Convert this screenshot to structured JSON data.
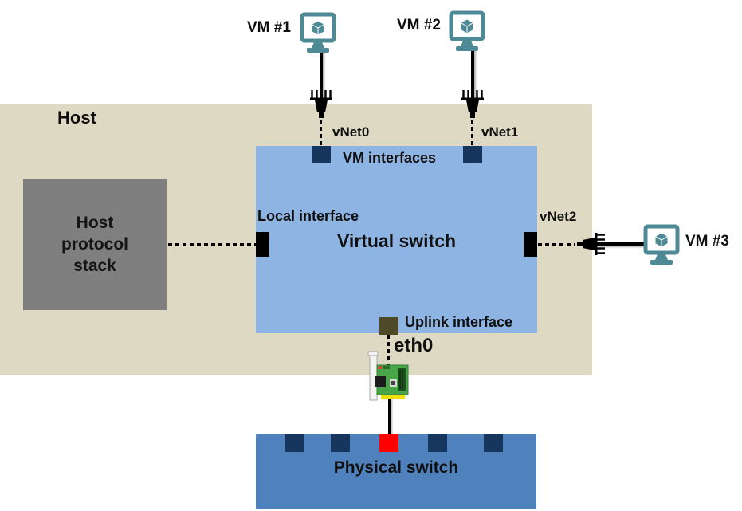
{
  "host": {
    "label": "Host",
    "bg": "#ddd9c3"
  },
  "protocol_stack": {
    "label": "Host protocol stack",
    "bg": "#7f7f7f"
  },
  "virtual_switch": {
    "label": "Virtual switch",
    "bg": "#8eb4e3",
    "vm_interfaces_label": "VM interfaces",
    "local_interface_label": "Local interface",
    "uplink_interface_label": "Uplink interface"
  },
  "ports": {
    "vnet0": "vNet0",
    "vnet1": "vNet1",
    "vnet2": "vNet2",
    "eth0": "eth0",
    "navy_color": "#17365d",
    "black_color": "#000000",
    "uplink_color": "#4e4a27",
    "highlight_color": "#fe0000"
  },
  "vms": [
    {
      "label": "VM #1",
      "vnet": "vNet0"
    },
    {
      "label": "VM #2",
      "vnet": "vNet1"
    },
    {
      "label": "VM #3",
      "vnet": "vNet2"
    }
  ],
  "physical_switch": {
    "label": "Physical switch",
    "bg": "#4f81bd"
  },
  "icons": {
    "vm": "monitor-cube-icon",
    "nic": "network-card-icon",
    "connector": "plug-connector-icon"
  }
}
